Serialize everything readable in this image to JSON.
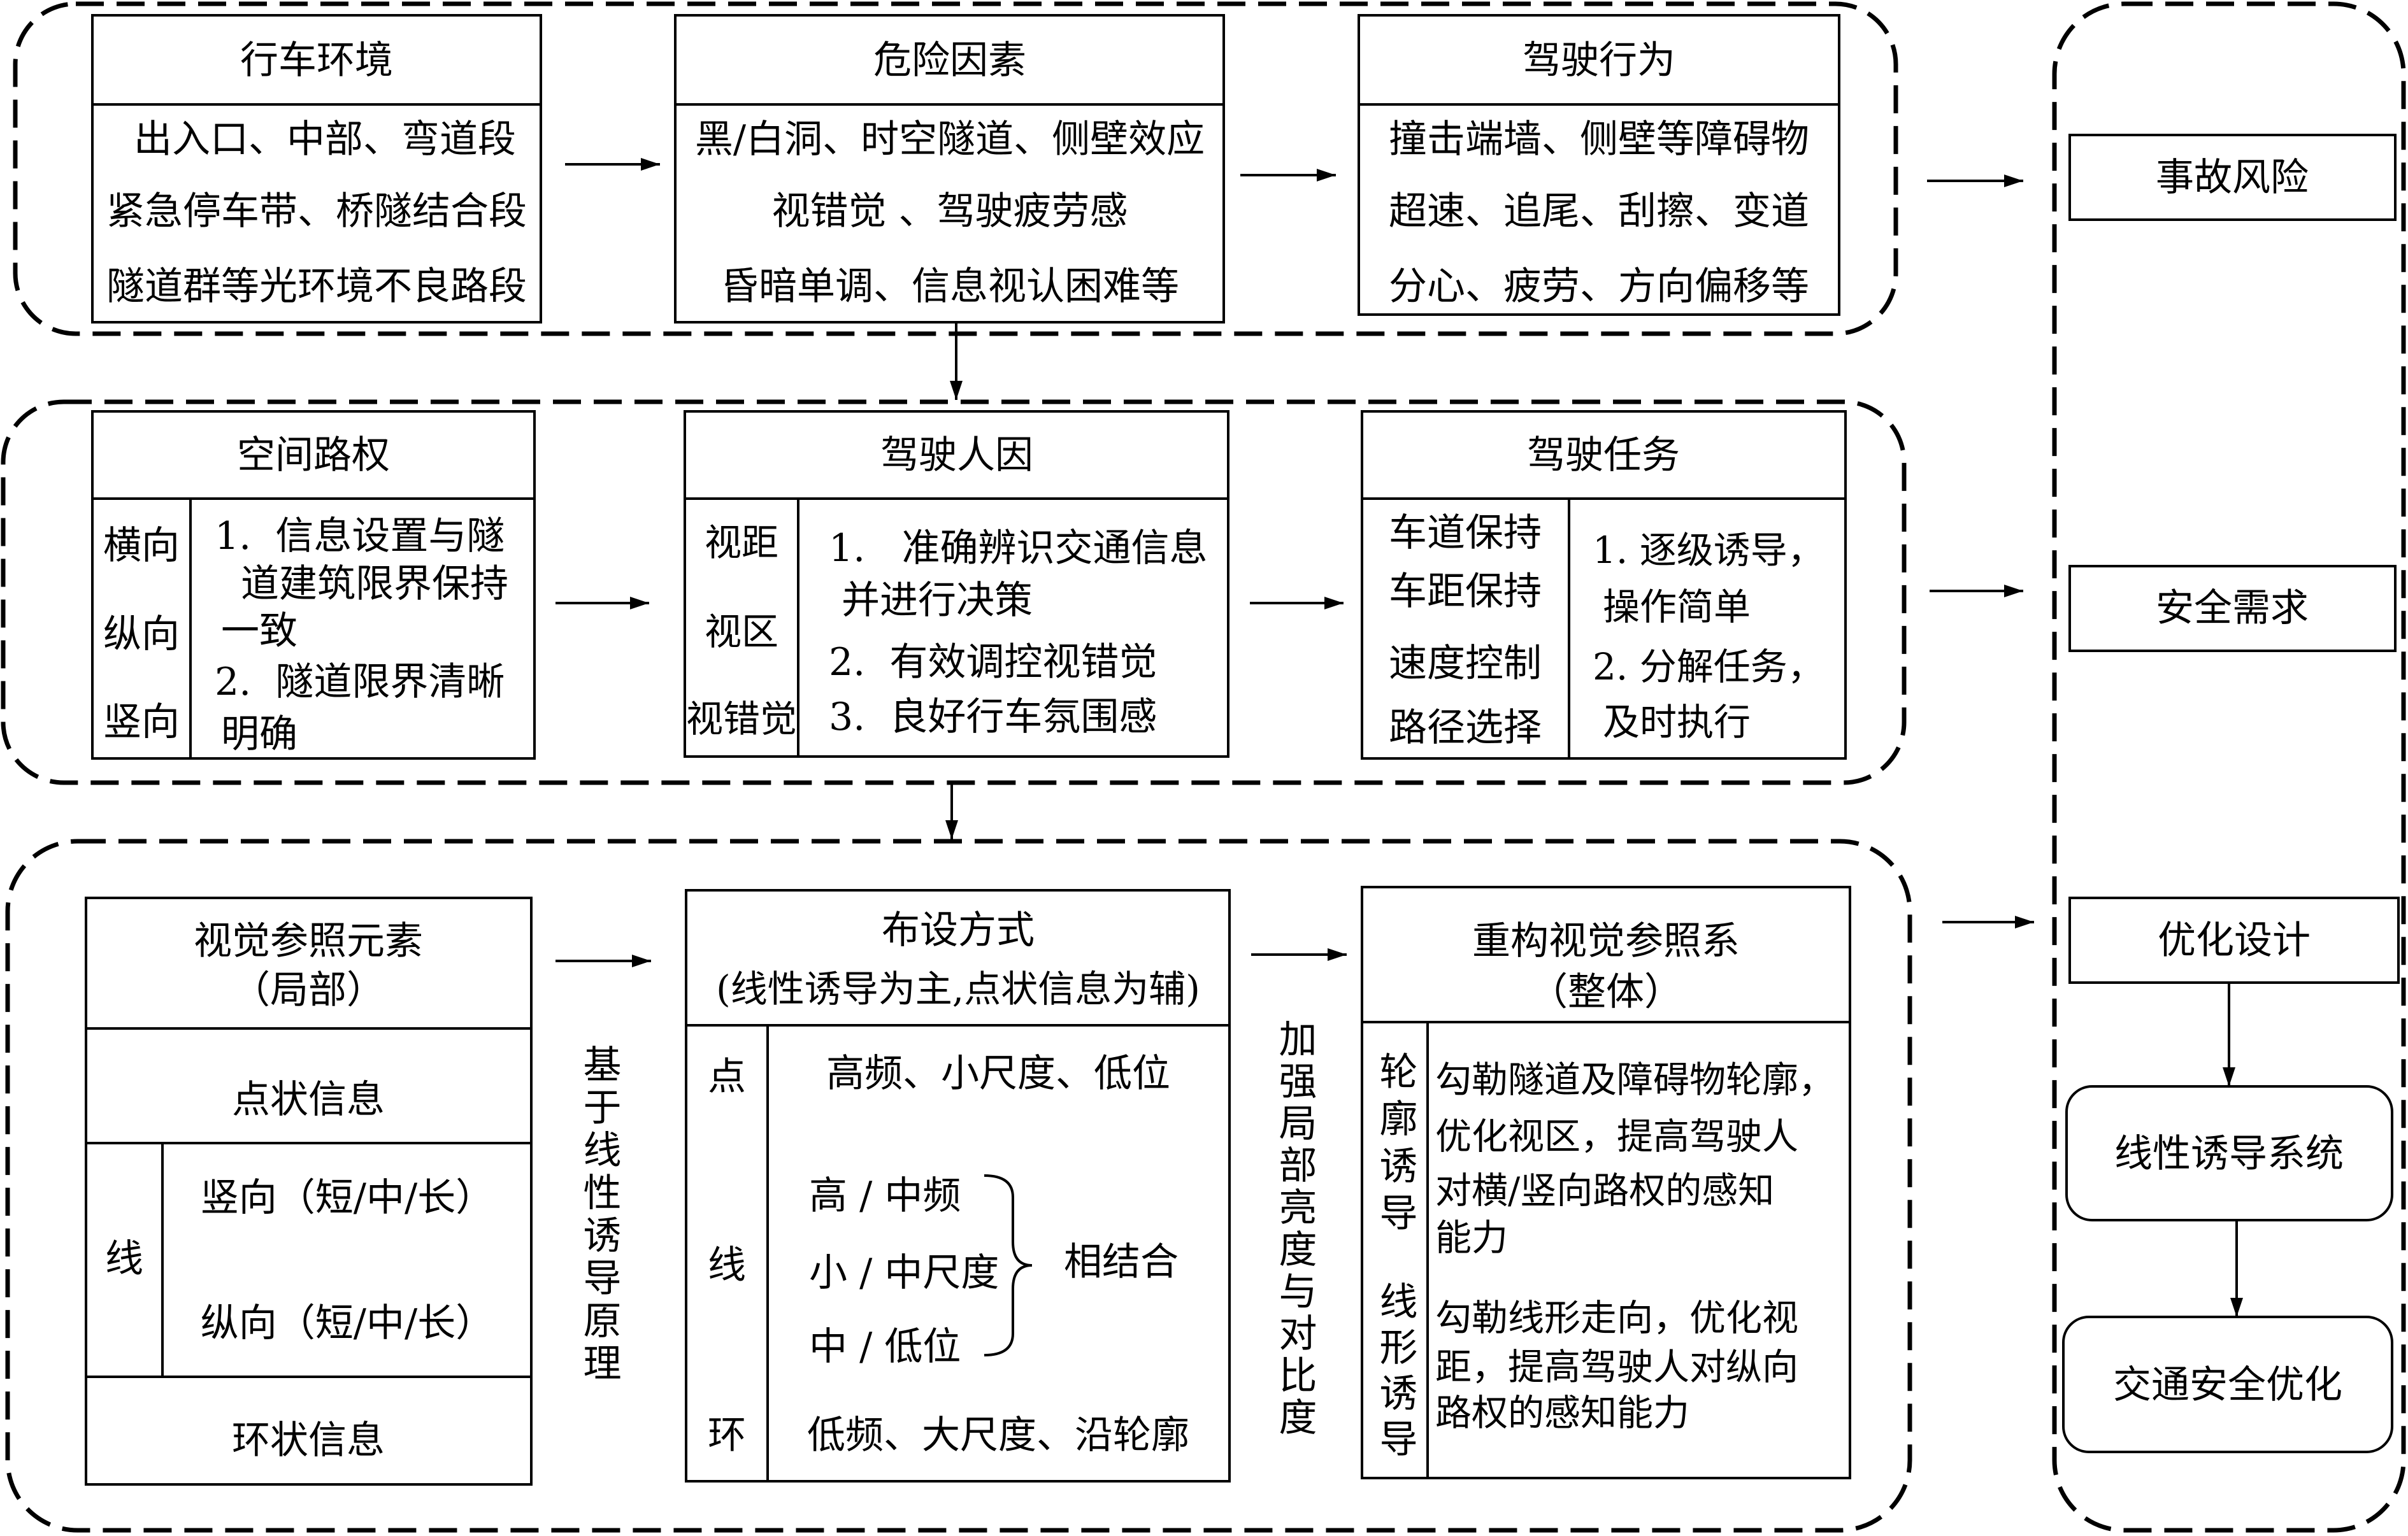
{
  "row1": {
    "environment": {
      "title": "行车环境",
      "lines": [
        "出入口、中部、弯道段",
        "紧急停车带、桥隧结合段",
        "隧道群等光环境不良路段"
      ]
    },
    "hazards": {
      "title": "危险因素",
      "lines": [
        "黑/白洞、时空隧道、侧壁效应",
        "视错觉 、驾驶疲劳感",
        "昏暗单调、信息视认困难等"
      ]
    },
    "behavior": {
      "title": "驾驶行为",
      "lines": [
        "撞击端墙、侧壁等障碍物",
        "超速、追尾、刮擦、变道",
        "分心、疲劳、方向偏移等"
      ]
    }
  },
  "row2": {
    "right_of_way": {
      "title": "空间路权",
      "labels": [
        "横向",
        "纵向",
        "竖向"
      ],
      "lines": [
        "1.  信息设置与隧",
        "道建筑限界保持",
        "一致",
        "2.  隧道限界清晰",
        "明确"
      ]
    },
    "human_factors": {
      "title": "驾驶人因",
      "labels": [
        "视距",
        "视区",
        "视错觉"
      ],
      "lines": [
        "1.   准确辨识交通信息",
        "并进行决策",
        "2.  有效调控视错觉",
        "3.  良好行车氛围感"
      ]
    },
    "task": {
      "title": "驾驶任务",
      "labels": [
        "车道保持",
        "车距保持",
        "速度控制",
        "路径选择"
      ],
      "lines": [
        "1. 逐级诱导，",
        "操作简单",
        "2. 分解任务，",
        "及时执行"
      ]
    }
  },
  "row3": {
    "elements": {
      "title": "视觉参照元素",
      "subtitle": "（局部）",
      "point": "点状信息",
      "line_label": "线",
      "line_items": [
        "竖向（短/中/长）",
        "纵向（短/中/长）"
      ],
      "ring": "环状信息"
    },
    "principle_note": "基于线性诱导原理",
    "layout": {
      "title": "布设方式",
      "subtitle": "(线性诱导为主,点状信息为辅)",
      "labels": [
        "点",
        "线",
        "环"
      ],
      "point_desc": "高频、小尺度、低位",
      "line_items": [
        "高 / 中频",
        "小 / 中尺度",
        "中 / 低位"
      ],
      "line_combine": "相结合",
      "ring_desc": "低频、大尺度、沿轮廓"
    },
    "contrast_note": "加强局部亮度与对比度",
    "reference_system": {
      "title": "重构视觉参照系",
      "subtitle": "（整体）",
      "labels": [
        "轮廓诱导",
        "线形诱导"
      ],
      "contour_lines": [
        "勾勒隧道及障碍物轮廓，",
        "优化视区，提高驾驶人",
        "对横/竖向路权的感知",
        "能力"
      ],
      "alignment_lines": [
        "勾勒线形走向，优化视",
        "距，提高驾驶人对纵向",
        "路权的感知能力"
      ]
    }
  },
  "outcomes": {
    "accident_risk": "事故风险",
    "safety_needs": "安全需求",
    "optimization": "优化设计",
    "guidance_system": "线性诱导系统",
    "traffic_safety": "交通安全优化"
  }
}
